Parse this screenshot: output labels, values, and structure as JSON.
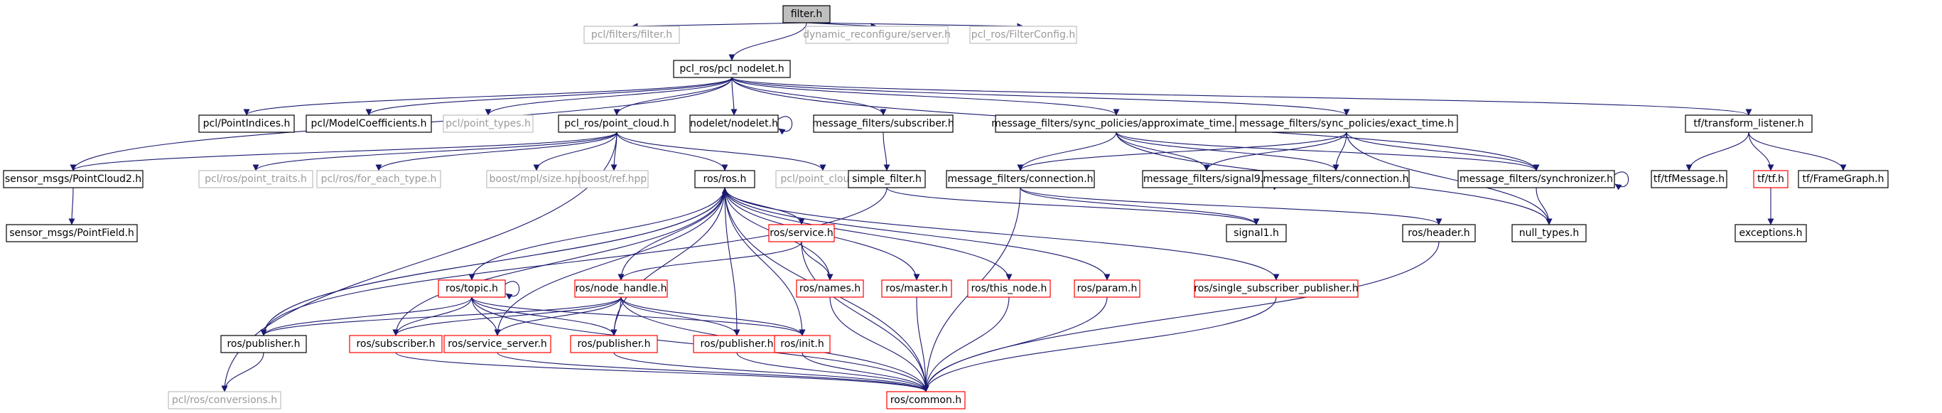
{
  "graph": {
    "colors": {
      "edge": "#191970",
      "normal_border": "#000000",
      "missing_border": "#bfbfbf",
      "missing_text": "#9a9a9a",
      "truncated_border": "#ff0000",
      "root_fill": "#bfbfbf",
      "fill": "#ffffff"
    },
    "nodes": [
      {
        "id": "filter_h",
        "label": "filter.h",
        "type": "root"
      },
      {
        "id": "pcl_filters_filter",
        "label": "pcl/filters/filter.h",
        "type": "missing"
      },
      {
        "id": "pcl_nodelet",
        "label": "pcl_ros/pcl_nodelet.h",
        "type": "normal"
      },
      {
        "id": "dyn_reconf",
        "label": "dynamic_reconfigure/server.h",
        "type": "missing"
      },
      {
        "id": "filter_config",
        "label": "pcl_ros/FilterConfig.h",
        "type": "missing"
      },
      {
        "id": "point_indices",
        "label": "pcl/PointIndices.h",
        "type": "normal"
      },
      {
        "id": "model_coeff",
        "label": "pcl/ModelCoefficients.h",
        "type": "normal"
      },
      {
        "id": "point_types",
        "label": "pcl/point_types.h",
        "type": "missing"
      },
      {
        "id": "point_cloud_ros",
        "label": "pcl_ros/point_cloud.h",
        "type": "normal"
      },
      {
        "id": "nodelet",
        "label": "nodelet/nodelet.h",
        "type": "normal"
      },
      {
        "id": "mf_subscriber",
        "label": "message_filters/subscriber.h",
        "type": "normal"
      },
      {
        "id": "sp_approx",
        "label": "message_filters/sync_policies/approximate_time.h",
        "type": "normal"
      },
      {
        "id": "sp_exact",
        "label": "message_filters/sync_policies/exact_time.h",
        "type": "normal"
      },
      {
        "id": "tf_listener",
        "label": "tf/transform_listener.h",
        "type": "normal"
      },
      {
        "id": "pc2",
        "label": "sensor_msgs/PointCloud2.h",
        "type": "normal"
      },
      {
        "id": "point_traits",
        "label": "pcl/ros/point_traits.h",
        "type": "missing"
      },
      {
        "id": "for_each",
        "label": "pcl/ros/for_each_type.h",
        "type": "missing"
      },
      {
        "id": "mpl_size",
        "label": "boost/mpl/size.hpp",
        "type": "missing"
      },
      {
        "id": "boost_ref",
        "label": "boost/ref.hpp",
        "type": "missing"
      },
      {
        "id": "ros_h",
        "label": "ros/ros.h",
        "type": "normal"
      },
      {
        "id": "pcl_point_cloud",
        "label": "pcl/point_cloud.h",
        "type": "missing"
      },
      {
        "id": "simple_filter",
        "label": "simple_filter.h",
        "type": "normal"
      },
      {
        "id": "mf_connection_a",
        "label": "message_filters/connection.h",
        "type": "normal"
      },
      {
        "id": "mf_signal9",
        "label": "message_filters/signal9.h",
        "type": "normal"
      },
      {
        "id": "mf_connection_b",
        "label": "message_filters/connection.h",
        "type": "normal"
      },
      {
        "id": "mf_synchronizer",
        "label": "message_filters/synchronizer.h",
        "type": "normal"
      },
      {
        "id": "tf_message",
        "label": "tf/tfMessage.h",
        "type": "normal"
      },
      {
        "id": "tf_tf",
        "label": "tf/tf.h",
        "type": "truncated"
      },
      {
        "id": "tf_framegraph",
        "label": "tf/FrameGraph.h",
        "type": "normal"
      },
      {
        "id": "point_field",
        "label": "sensor_msgs/PointField.h",
        "type": "normal"
      },
      {
        "id": "signal1",
        "label": "signal1.h",
        "type": "normal"
      },
      {
        "id": "ros_header",
        "label": "ros/header.h",
        "type": "normal"
      },
      {
        "id": "null_types",
        "label": "null_types.h",
        "type": "normal"
      },
      {
        "id": "exceptions",
        "label": "exceptions.h",
        "type": "normal"
      },
      {
        "id": "ros_service",
        "label": "ros/service.h",
        "type": "truncated"
      },
      {
        "id": "ros_topic",
        "label": "ros/topic.h",
        "type": "truncated"
      },
      {
        "id": "ros_node_handle",
        "label": "ros/node_handle.h",
        "type": "truncated"
      },
      {
        "id": "ros_names",
        "label": "ros/names.h",
        "type": "truncated"
      },
      {
        "id": "ros_master",
        "label": "ros/master.h",
        "type": "truncated"
      },
      {
        "id": "ros_this_node",
        "label": "ros/this_node.h",
        "type": "truncated"
      },
      {
        "id": "ros_param",
        "label": "ros/param.h",
        "type": "truncated"
      },
      {
        "id": "ros_ssp",
        "label": "ros/single_subscriber_publisher.h",
        "type": "truncated"
      },
      {
        "id": "ros_publisher_main",
        "label": "ros/publisher.h",
        "type": "normal"
      },
      {
        "id": "ros_subscriber",
        "label": "ros/subscriber.h",
        "type": "truncated"
      },
      {
        "id": "ros_service_server",
        "label": "ros/service_server.h",
        "type": "truncated"
      },
      {
        "id": "ros_publisher_b",
        "label": "ros/publisher.h",
        "type": "truncated"
      },
      {
        "id": "ros_publisher_c",
        "label": "ros/publisher.h",
        "type": "truncated"
      },
      {
        "id": "ros_init",
        "label": "ros/init.h",
        "type": "truncated"
      },
      {
        "id": "pcl_conversions",
        "label": "pcl/ros/conversions.h",
        "type": "missing"
      },
      {
        "id": "ros_common",
        "label": "ros/common.h",
        "type": "truncated"
      }
    ],
    "edges": [
      [
        "filter_h",
        "pcl_filters_filter"
      ],
      [
        "filter_h",
        "pcl_nodelet"
      ],
      [
        "filter_h",
        "dyn_reconf"
      ],
      [
        "filter_h",
        "filter_config"
      ],
      [
        "pcl_nodelet",
        "point_indices"
      ],
      [
        "pcl_nodelet",
        "model_coeff"
      ],
      [
        "pcl_nodelet",
        "point_types"
      ],
      [
        "pcl_nodelet",
        "point_cloud_ros"
      ],
      [
        "pcl_nodelet",
        "nodelet"
      ],
      [
        "pcl_nodelet",
        "mf_subscriber"
      ],
      [
        "pcl_nodelet",
        "sp_approx"
      ],
      [
        "pcl_nodelet",
        "sp_exact"
      ],
      [
        "pcl_nodelet",
        "tf_listener"
      ],
      [
        "pcl_nodelet",
        "pc2"
      ],
      [
        "pcl_nodelet",
        "mf_synchronizer"
      ],
      [
        "nodelet",
        "nodelet"
      ],
      [
        "point_cloud_ros",
        "pc2"
      ],
      [
        "point_cloud_ros",
        "point_traits"
      ],
      [
        "point_cloud_ros",
        "for_each"
      ],
      [
        "point_cloud_ros",
        "mpl_size"
      ],
      [
        "point_cloud_ros",
        "boost_ref"
      ],
      [
        "point_cloud_ros",
        "ros_h"
      ],
      [
        "point_cloud_ros",
        "pcl_point_cloud"
      ],
      [
        "point_cloud_ros",
        "pcl_conversions"
      ],
      [
        "pc2",
        "point_field"
      ],
      [
        "mf_subscriber",
        "simple_filter"
      ],
      [
        "sp_approx",
        "mf_connection_a"
      ],
      [
        "sp_approx",
        "mf_signal9"
      ],
      [
        "sp_approx",
        "mf_connection_b"
      ],
      [
        "sp_approx",
        "mf_synchronizer"
      ],
      [
        "sp_approx",
        "null_types"
      ],
      [
        "sp_exact",
        "mf_connection_a"
      ],
      [
        "sp_exact",
        "mf_signal9"
      ],
      [
        "sp_exact",
        "mf_connection_b"
      ],
      [
        "sp_exact",
        "mf_synchronizer"
      ],
      [
        "sp_exact",
        "null_types"
      ],
      [
        "mf_signal9",
        "mf_signal9"
      ],
      [
        "mf_synchronizer",
        "mf_synchronizer"
      ],
      [
        "mf_synchronizer",
        "null_types"
      ],
      [
        "mf_connection_a",
        "signal1"
      ],
      [
        "mf_connection_a",
        "ros_header"
      ],
      [
        "mf_connection_a",
        "ros_common"
      ],
      [
        "simple_filter",
        "signal1"
      ],
      [
        "simple_filter",
        "ros_publisher_main"
      ],
      [
        "tf_listener",
        "tf_message"
      ],
      [
        "tf_listener",
        "tf_tf"
      ],
      [
        "tf_listener",
        "tf_framegraph"
      ],
      [
        "tf_tf",
        "exceptions"
      ],
      [
        "ros_h",
        "ros_publisher_main"
      ],
      [
        "ros_h",
        "ros_topic"
      ],
      [
        "ros_h",
        "ros_service"
      ],
      [
        "ros_h",
        "ros_node_handle"
      ],
      [
        "ros_h",
        "ros_names"
      ],
      [
        "ros_h",
        "ros_master"
      ],
      [
        "ros_h",
        "ros_this_node"
      ],
      [
        "ros_h",
        "ros_param"
      ],
      [
        "ros_h",
        "ros_ssp"
      ],
      [
        "ros_h",
        "ros_subscriber"
      ],
      [
        "ros_h",
        "ros_service_server"
      ],
      [
        "ros_h",
        "ros_publisher_b"
      ],
      [
        "ros_h",
        "ros_publisher_c"
      ],
      [
        "ros_h",
        "ros_init"
      ],
      [
        "ros_h",
        "ros_common"
      ],
      [
        "ros_service",
        "ros_node_handle"
      ],
      [
        "ros_service",
        "ros_names"
      ],
      [
        "ros_service",
        "ros_common"
      ],
      [
        "ros_topic",
        "ros_topic"
      ],
      [
        "ros_topic",
        "ros_publisher_main"
      ],
      [
        "ros_topic",
        "ros_subscriber"
      ],
      [
        "ros_topic",
        "ros_service_server"
      ],
      [
        "ros_topic",
        "ros_publisher_b"
      ],
      [
        "ros_topic",
        "ros_init"
      ],
      [
        "ros_topic",
        "ros_common"
      ],
      [
        "ros_node_handle",
        "ros_publisher_main"
      ],
      [
        "ros_node_handle",
        "ros_subscriber"
      ],
      [
        "ros_node_handle",
        "ros_service_server"
      ],
      [
        "ros_node_handle",
        "ros_publisher_b"
      ],
      [
        "ros_node_handle",
        "ros_publisher_c"
      ],
      [
        "ros_node_handle",
        "ros_init"
      ],
      [
        "ros_node_handle",
        "ros_common"
      ],
      [
        "ros_publisher_main",
        "ros_h"
      ],
      [
        "ros_publisher_main",
        "pcl_conversions"
      ],
      [
        "ros_names",
        "ros_common"
      ],
      [
        "ros_master",
        "ros_common"
      ],
      [
        "ros_this_node",
        "ros_common"
      ],
      [
        "ros_param",
        "ros_common"
      ],
      [
        "ros_ssp",
        "ros_common"
      ],
      [
        "ros_subscriber",
        "ros_common"
      ],
      [
        "ros_service_server",
        "ros_common"
      ],
      [
        "ros_publisher_b",
        "ros_common"
      ],
      [
        "ros_publisher_c",
        "ros_common"
      ],
      [
        "ros_init",
        "ros_common"
      ],
      [
        "ros_header",
        "ros_common"
      ]
    ]
  }
}
